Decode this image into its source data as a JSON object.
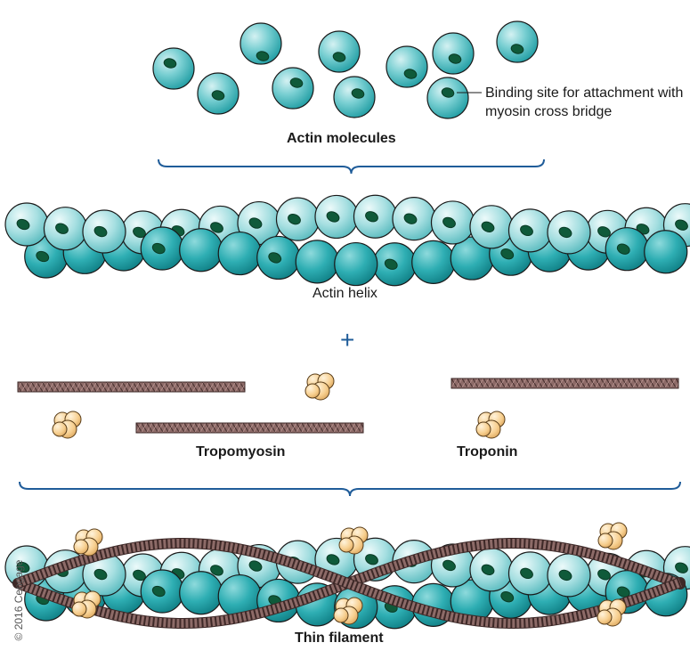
{
  "labels": {
    "actin_molecules": "Actin molecules",
    "binding_site": "Binding site for attachment with myosin cross bridge",
    "actin_helix": "Actin helix",
    "plus_sign": "+",
    "tropomyosin": "Tropomyosin",
    "troponin": "Troponin",
    "thin_filament": "Thin filament",
    "copyright": "© 2016 Cengage"
  },
  "colors": {
    "actin_fill": "#5cc3c6",
    "actin_light": "#a9e0e2",
    "actin_dark": "#1a9aa0",
    "binding_site": "#0f5a3a",
    "tropomyosin": "#8d6b68",
    "troponin": "#f4c27a",
    "bracket": "#1f5c99",
    "plus": "#1f5c99"
  }
}
